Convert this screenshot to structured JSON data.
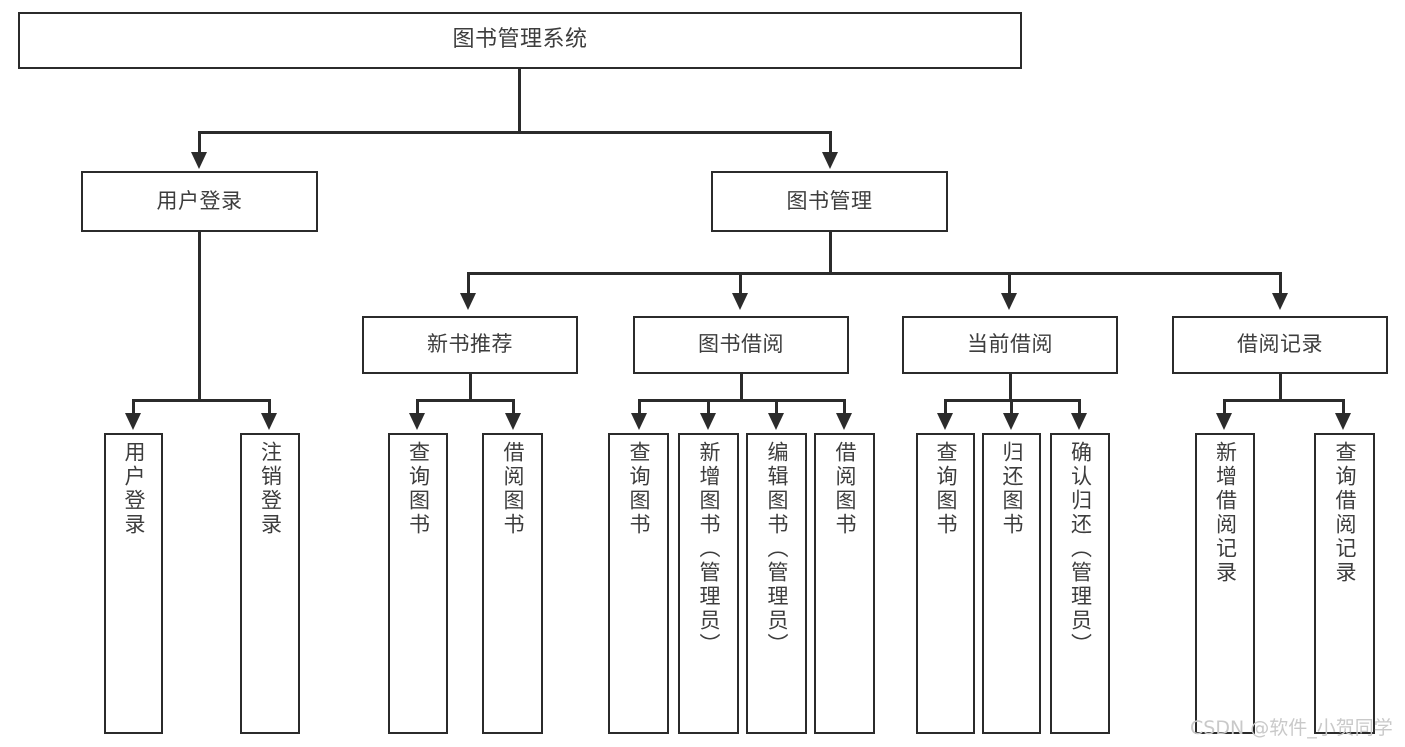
{
  "diagram": {
    "title": "图书管理系统",
    "type": "tree-hierarchy-diagram",
    "colors": {
      "stroke": "#2b2b2b",
      "text": "#3d3d3d",
      "background": "#ffffff",
      "watermark": "#c9c9c9"
    },
    "levels": {
      "root": {
        "label": "图书管理系统"
      },
      "level2": [
        {
          "label": "用户登录"
        },
        {
          "label": "图书管理"
        }
      ],
      "level3": [
        {
          "label": "新书推荐"
        },
        {
          "label": "图书借阅"
        },
        {
          "label": "当前借阅"
        },
        {
          "label": "借阅记录"
        }
      ],
      "leaves": {
        "user_login": [
          {
            "label": "用户登录"
          },
          {
            "label": "注销登录"
          }
        ],
        "new_book_recommend": [
          {
            "label": "查询图书"
          },
          {
            "label": "借阅图书"
          }
        ],
        "book_borrow": [
          {
            "label": "查询图书"
          },
          {
            "label": "新增图书（管理员）"
          },
          {
            "label": "编辑图书（管理员）"
          },
          {
            "label": "借阅图书"
          }
        ],
        "current_borrow": [
          {
            "label": "查询图书"
          },
          {
            "label": "归还图书"
          },
          {
            "label": "确认归还（管理员）"
          }
        ],
        "borrow_record": [
          {
            "label": "新增借阅记录"
          },
          {
            "label": "查询借阅记录"
          }
        ]
      }
    }
  },
  "watermark": {
    "text": "CSDN @软件_小贺同学"
  }
}
